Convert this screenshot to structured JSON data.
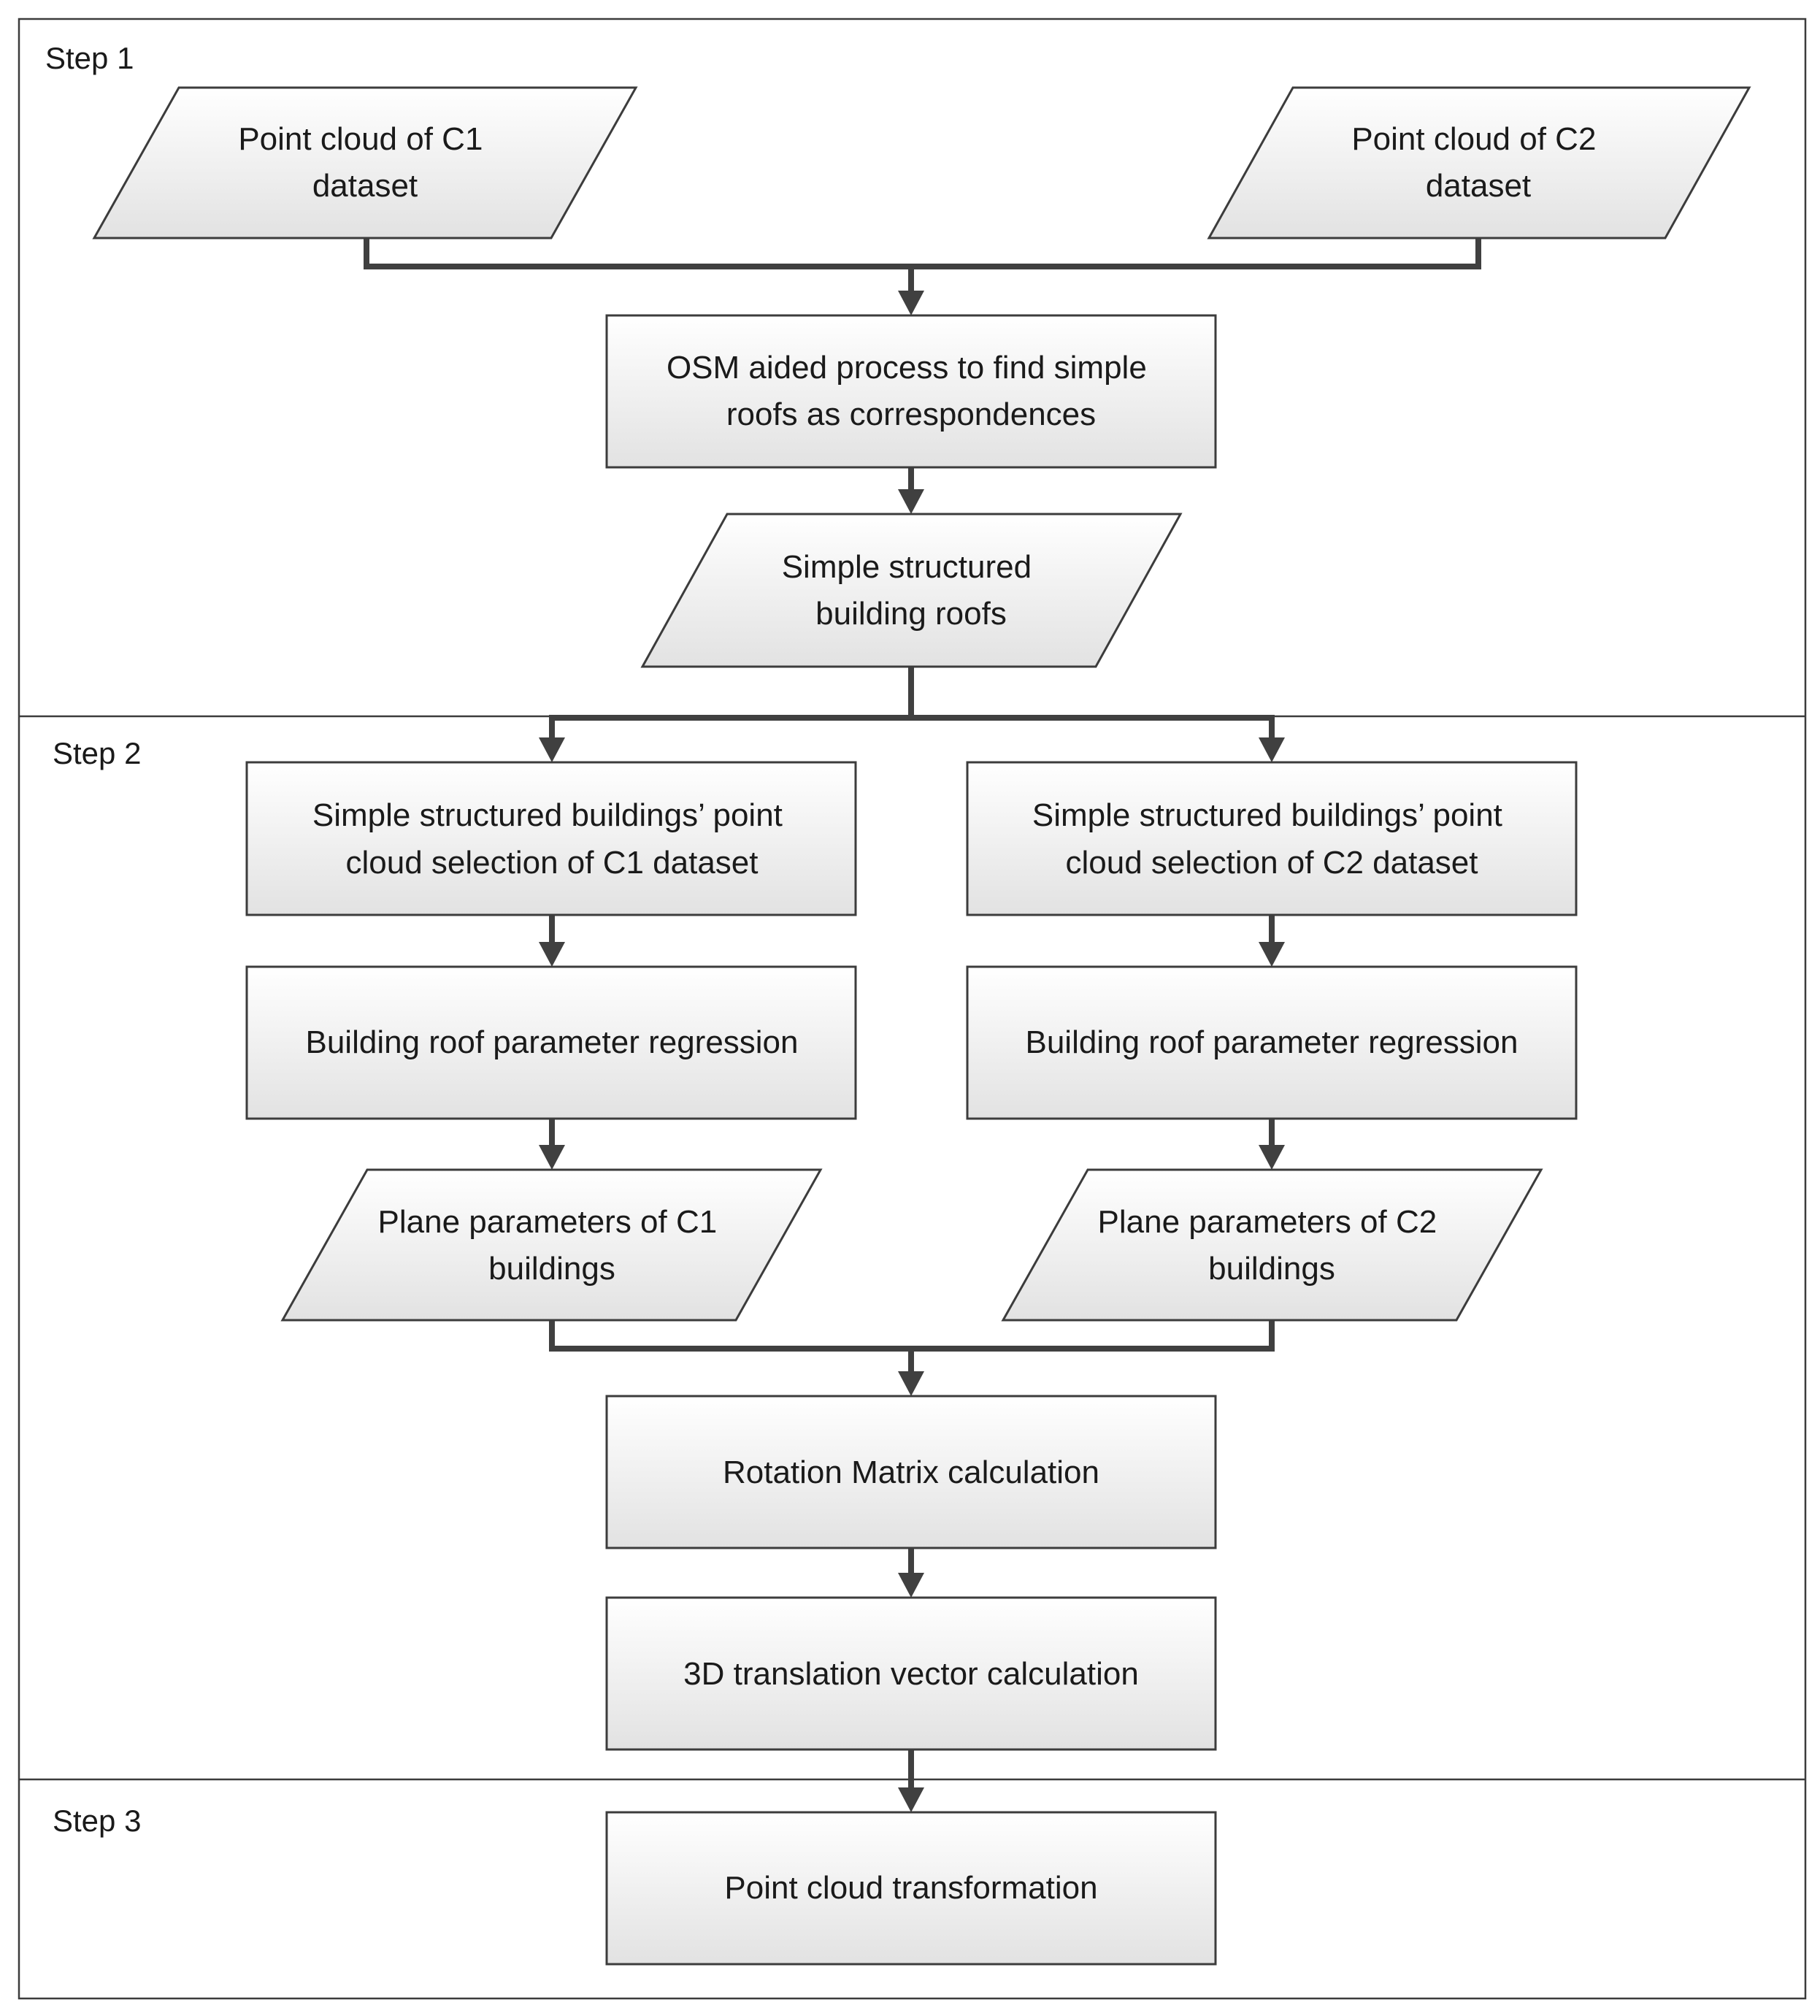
{
  "steps": [
    {
      "id": "step1",
      "label": "Step 1"
    },
    {
      "id": "step2",
      "label": "Step 2"
    },
    {
      "id": "step3",
      "label": "Step 3"
    }
  ],
  "nodes": [
    {
      "id": "c1_cloud",
      "shape": "parallelogram",
      "lines": [
        "Point cloud of C1",
        "dataset"
      ]
    },
    {
      "id": "c2_cloud",
      "shape": "parallelogram",
      "lines": [
        "Point cloud of C2",
        "dataset"
      ]
    },
    {
      "id": "osm_process",
      "shape": "rectangle",
      "lines": [
        "OSM aided process to find simple",
        "roofs as correspondences"
      ]
    },
    {
      "id": "simple_roofs",
      "shape": "parallelogram",
      "lines": [
        "Simple structured",
        "building roofs"
      ]
    },
    {
      "id": "c1_selection",
      "shape": "rectangle",
      "lines": [
        "Simple structured buildings’ point",
        "cloud selection of C1 dataset"
      ]
    },
    {
      "id": "c2_selection",
      "shape": "rectangle",
      "lines": [
        "Simple structured buildings’ point",
        "cloud selection of C2 dataset"
      ]
    },
    {
      "id": "c1_regression",
      "shape": "rectangle",
      "lines": [
        "Building roof parameter regression"
      ]
    },
    {
      "id": "c2_regression",
      "shape": "rectangle",
      "lines": [
        "Building roof parameter regression"
      ]
    },
    {
      "id": "c1_plane",
      "shape": "parallelogram",
      "lines": [
        "Plane parameters of C1",
        "buildings"
      ]
    },
    {
      "id": "c2_plane",
      "shape": "parallelogram",
      "lines": [
        "Plane parameters of C2",
        "buildings"
      ]
    },
    {
      "id": "rotation",
      "shape": "rectangle",
      "lines": [
        "Rotation Matrix calculation"
      ]
    },
    {
      "id": "translation",
      "shape": "rectangle",
      "lines": [
        "3D translation vector calculation"
      ]
    },
    {
      "id": "transform",
      "shape": "rectangle",
      "lines": [
        "Point cloud transformation"
      ]
    }
  ],
  "edges": [
    {
      "from": "c1_cloud",
      "to": "osm_process"
    },
    {
      "from": "c2_cloud",
      "to": "osm_process"
    },
    {
      "from": "osm_process",
      "to": "simple_roofs"
    },
    {
      "from": "simple_roofs",
      "to": "c1_selection"
    },
    {
      "from": "simple_roofs",
      "to": "c2_selection"
    },
    {
      "from": "c1_selection",
      "to": "c1_regression"
    },
    {
      "from": "c2_selection",
      "to": "c2_regression"
    },
    {
      "from": "c1_regression",
      "to": "c1_plane"
    },
    {
      "from": "c2_regression",
      "to": "c2_plane"
    },
    {
      "from": "c1_plane",
      "to": "rotation"
    },
    {
      "from": "c2_plane",
      "to": "rotation"
    },
    {
      "from": "rotation",
      "to": "translation"
    },
    {
      "from": "translation",
      "to": "transform"
    }
  ],
  "colors": {
    "box_fill_top": "#ffffff",
    "box_fill_bottom": "#e2e2e2",
    "stroke": "#3c3c3c",
    "connector": "#404040"
  }
}
